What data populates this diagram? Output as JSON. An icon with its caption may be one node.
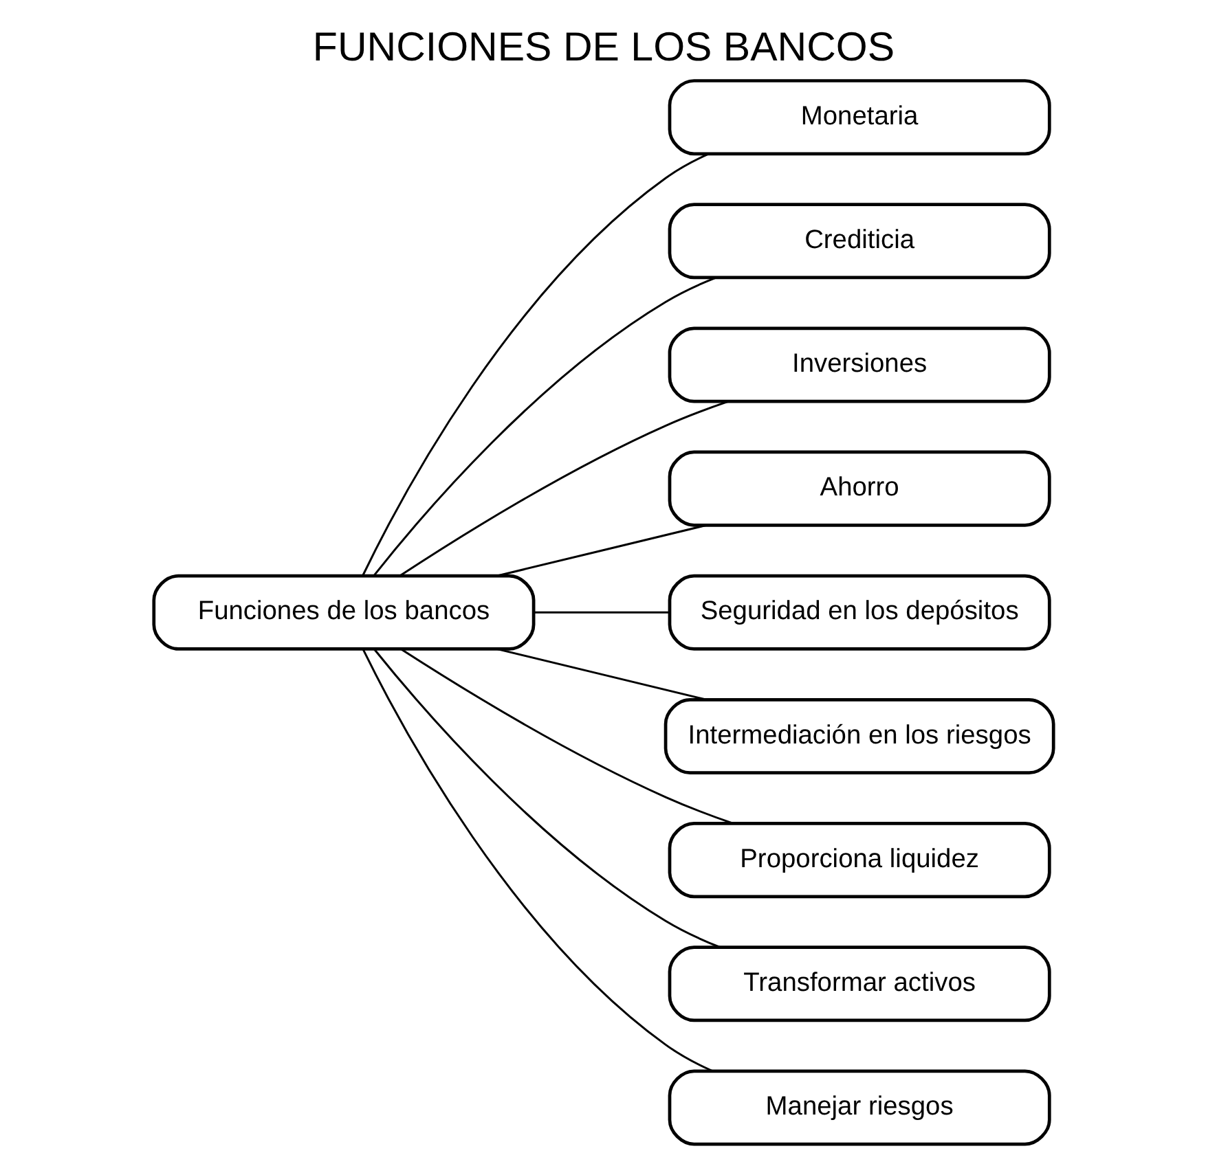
{
  "diagram": {
    "title": "FUNCIONES DE LOS BANCOS",
    "nodes": [
      {
        "text": [
          "Funciones de los bancos"
        ]
      },
      {
        "text": [
          "Monetaria"
        ]
      },
      {
        "text": [
          "Crediticia"
        ]
      },
      {
        "text": [
          "Inversiones"
        ]
      },
      {
        "text": [
          "Ahorro"
        ]
      },
      {
        "text": [
          "Seguridad en los depósitos"
        ]
      },
      {
        "text": [
          "Intermediación en los riesgos"
        ]
      },
      {
        "text": [
          "Proporciona liquidez"
        ]
      },
      {
        "text": [
          "Transformar activos"
        ]
      },
      {
        "text": [
          "Manejar riesgos"
        ]
      }
    ],
    "edges": [
      {
        "from": 0,
        "to": 1,
        "arrow": "none"
      },
      {
        "from": 0,
        "to": 2,
        "arrow": "none"
      },
      {
        "from": 0,
        "to": 3,
        "arrow": "none"
      },
      {
        "from": 0,
        "to": 4,
        "arrow": "none"
      },
      {
        "from": 0,
        "to": 5,
        "arrow": "none"
      },
      {
        "from": 0,
        "to": 6,
        "arrow": "none"
      },
      {
        "from": 0,
        "to": 7,
        "arrow": "none"
      },
      {
        "from": 0,
        "to": 8,
        "arrow": "none"
      },
      {
        "from": 0,
        "to": 9,
        "arrow": "none"
      }
    ]
  }
}
